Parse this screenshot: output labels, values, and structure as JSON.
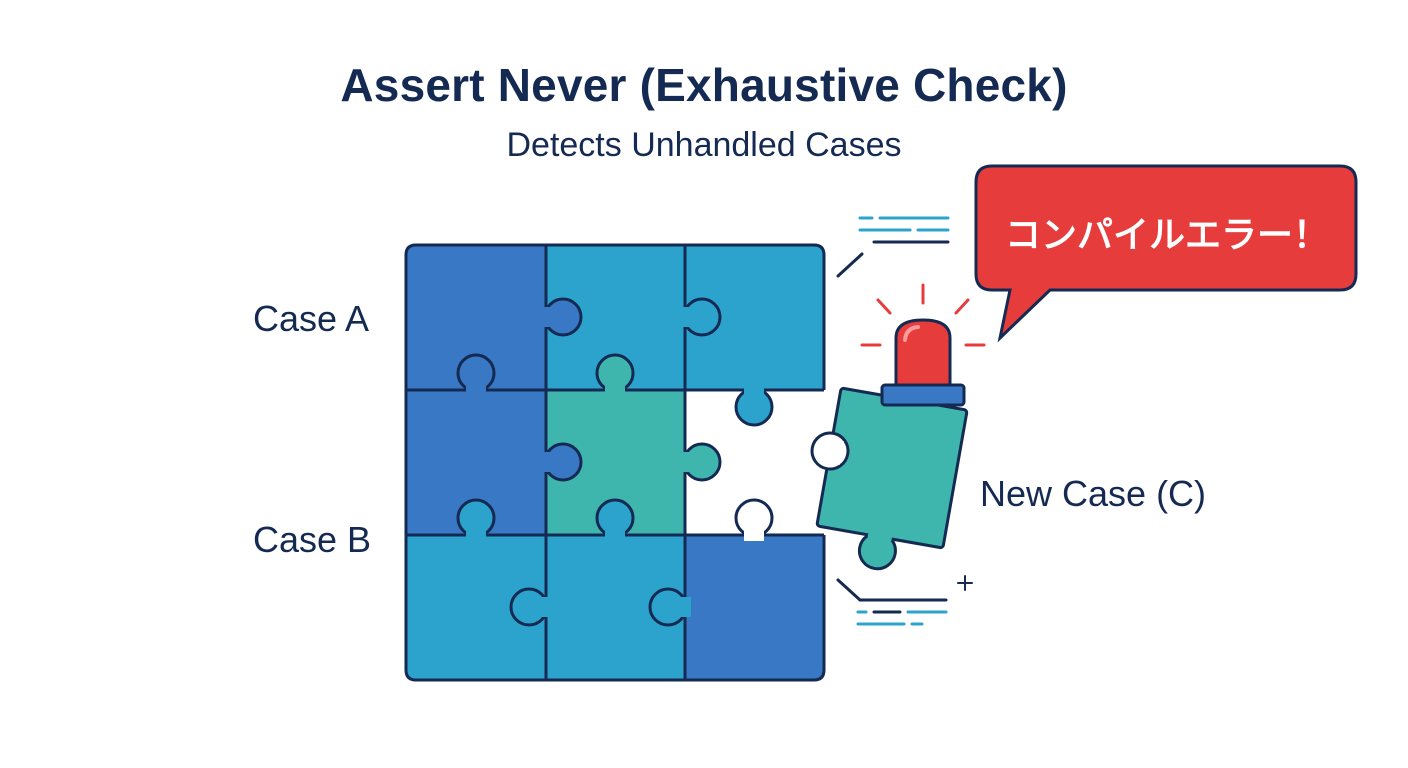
{
  "header": {
    "title": "Assert Never (Exhaustive Check)",
    "subtitle": "Detects Unhandled Cases"
  },
  "labels": {
    "case_a": "Case A",
    "case_b": "Case B",
    "new_case": "New Case (C)"
  },
  "alert": {
    "message": "コンパイルエラー！"
  },
  "colors": {
    "navy": "#152a52",
    "blue": "#3878c4",
    "cyan": "#2ca3cc",
    "teal": "#3eb6ad",
    "alert_red": "#e63c3c",
    "siren_base": "#3878c4"
  },
  "icons": {
    "puzzle": "puzzle-piece-icon",
    "siren": "siren-icon",
    "bubble": "speech-bubble-icon"
  }
}
